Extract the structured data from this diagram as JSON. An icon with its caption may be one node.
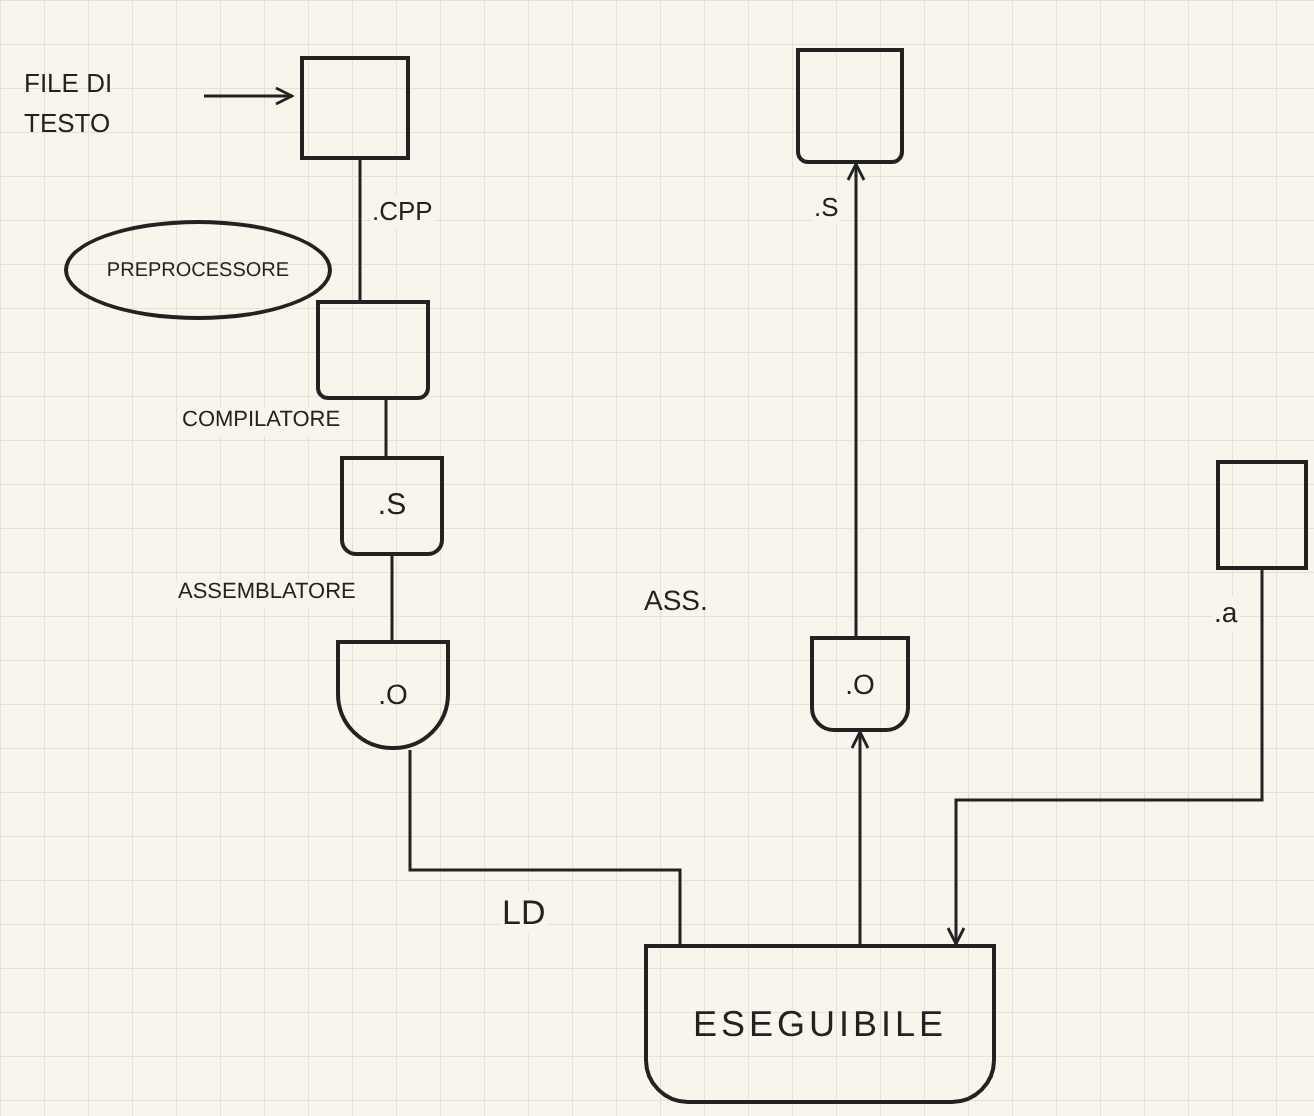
{
  "diagram": {
    "nodes": [
      {
        "text": [
          "FILE DI TESTO"
        ]
      },
      {
        "text": [],
        "shape": "box"
      },
      {
        "text": [
          "PREPROCESSORE"
        ]
      },
      {
        "text": [],
        "shape": "box"
      },
      {
        "text": [
          ".S"
        ]
      },
      {
        "text": [
          ".O"
        ]
      },
      {
        "text": [],
        "shape": "box"
      },
      {
        "text": [
          ".O"
        ]
      },
      {
        "text": [],
        "shape": "box"
      },
      {
        "text": [
          "ESEGUIBILE"
        ]
      }
    ],
    "edges": [
      {
        "from": 0,
        "to": 1,
        "arrow": "to"
      },
      {
        "from": 1,
        "to": 3,
        "arrow": "none",
        "label": ".CPP"
      },
      {
        "from": 3,
        "to": 4,
        "arrow": "none",
        "label": "COMPILATORE"
      },
      {
        "from": 4,
        "to": 5,
        "arrow": "none",
        "label": "ASSEMBLATORE"
      },
      {
        "from": 5,
        "to": 9,
        "arrow": "none",
        "label": "LD"
      },
      {
        "from": 9,
        "to": 7,
        "arrow": "to"
      },
      {
        "from": 7,
        "to": 6,
        "arrow": "to",
        "label": ".S"
      },
      {
        "from": 8,
        "to": 9,
        "arrow": "to",
        "label": ".a"
      }
    ],
    "labels": [
      "ASS."
    ]
  }
}
